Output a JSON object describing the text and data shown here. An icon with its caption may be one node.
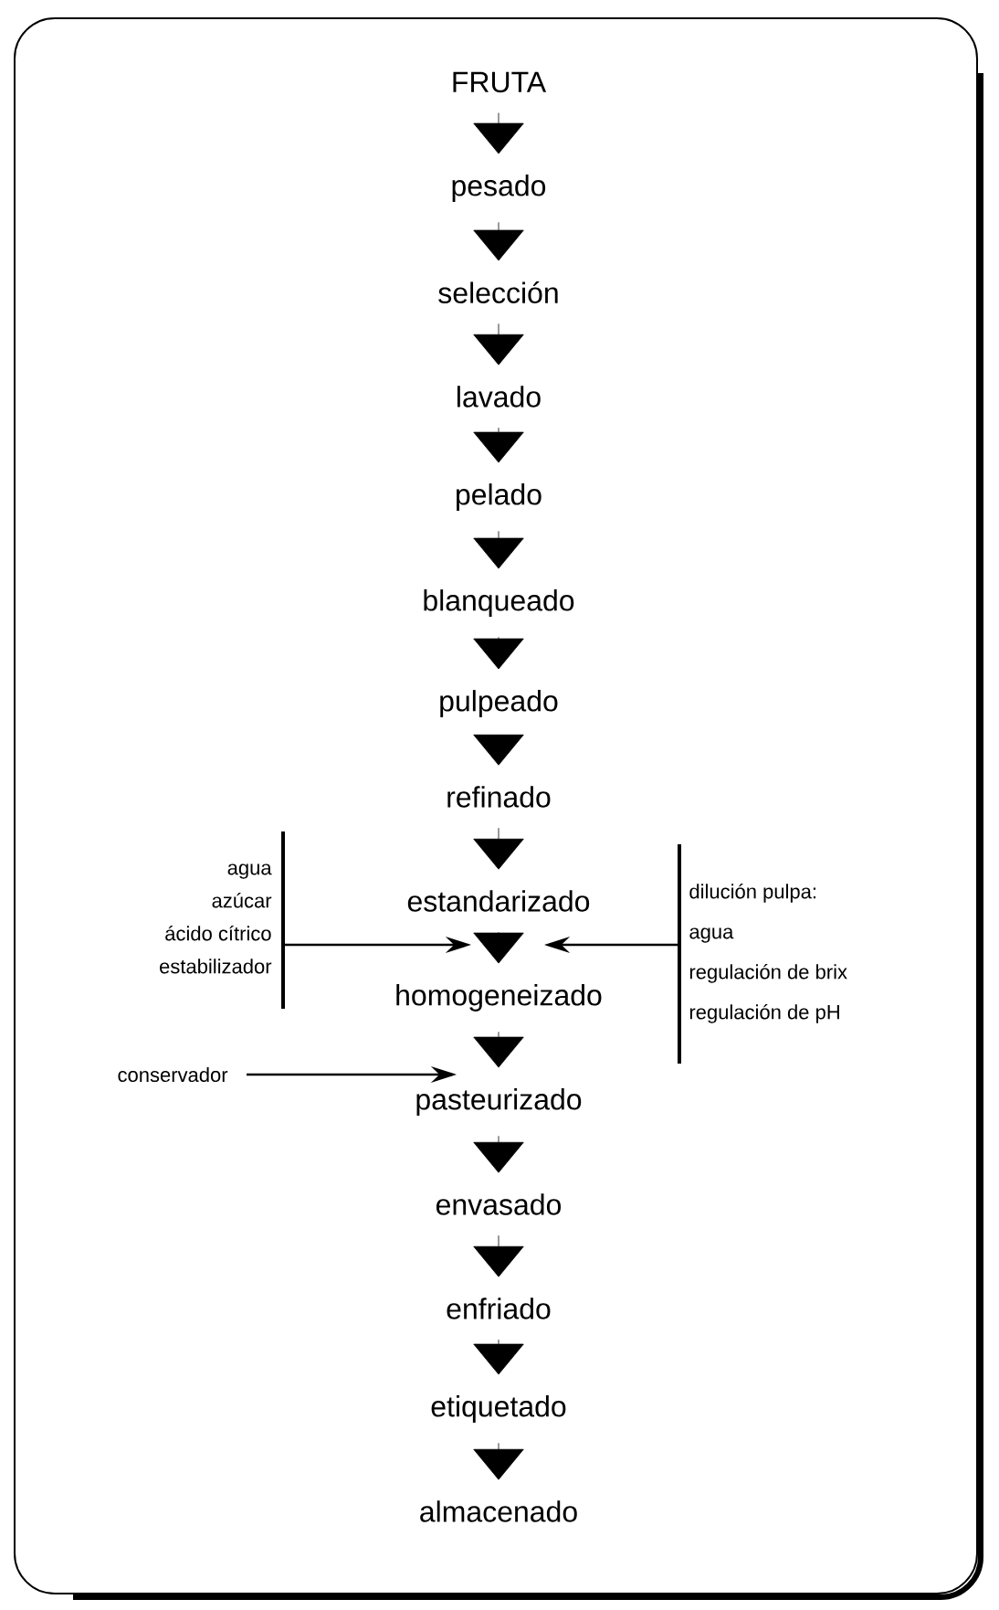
{
  "diagram": {
    "nodes": [
      {
        "text": [
          "FRUTA"
        ]
      },
      {
        "text": [
          "pesado"
        ]
      },
      {
        "text": [
          "selección"
        ]
      },
      {
        "text": [
          "lavado"
        ]
      },
      {
        "text": [
          "pelado"
        ]
      },
      {
        "text": [
          "blanqueado"
        ]
      },
      {
        "text": [
          "pulpeado"
        ]
      },
      {
        "text": [
          "refinado"
        ]
      },
      {
        "text": [
          "estandarizado"
        ]
      },
      {
        "text": [
          "homogeneizado"
        ]
      },
      {
        "text": [
          "pasteurizado"
        ]
      },
      {
        "text": [
          "envasado"
        ]
      },
      {
        "text": [
          "enfriado"
        ]
      },
      {
        "text": [
          "etiquetado"
        ]
      },
      {
        "text": [
          "almacenado"
        ]
      },
      {
        "text": [
          "agua",
          "azúcar",
          "ácido cítrico",
          "estabilizador"
        ]
      },
      {
        "text": [
          "dilución pulpa:",
          "agua",
          "regulación de brix",
          "regulación de pH"
        ]
      },
      {
        "text": [
          "conservador"
        ]
      }
    ],
    "edges": [
      {
        "from": 0,
        "to": 1,
        "arrow": "to"
      },
      {
        "from": 1,
        "to": 2,
        "arrow": "to"
      },
      {
        "from": 2,
        "to": 3,
        "arrow": "to"
      },
      {
        "from": 3,
        "to": 4,
        "arrow": "to"
      },
      {
        "from": 4,
        "to": 5,
        "arrow": "to"
      },
      {
        "from": 5,
        "to": 6,
        "arrow": "to"
      },
      {
        "from": 6,
        "to": 7,
        "arrow": "to"
      },
      {
        "from": 7,
        "to": 8,
        "arrow": "to"
      },
      {
        "from": 8,
        "to": 9,
        "arrow": "to"
      },
      {
        "from": 9,
        "to": 10,
        "arrow": "to"
      },
      {
        "from": 10,
        "to": 11,
        "arrow": "to"
      },
      {
        "from": 11,
        "to": 12,
        "arrow": "to"
      },
      {
        "from": 12,
        "to": 13,
        "arrow": "to"
      },
      {
        "from": 13,
        "to": 14,
        "arrow": "to"
      },
      {
        "from": 15,
        "to": 8,
        "arrow": "to"
      },
      {
        "from": 16,
        "to": 8,
        "arrow": "to"
      },
      {
        "from": 17,
        "to": 10,
        "arrow": "to"
      }
    ]
  }
}
